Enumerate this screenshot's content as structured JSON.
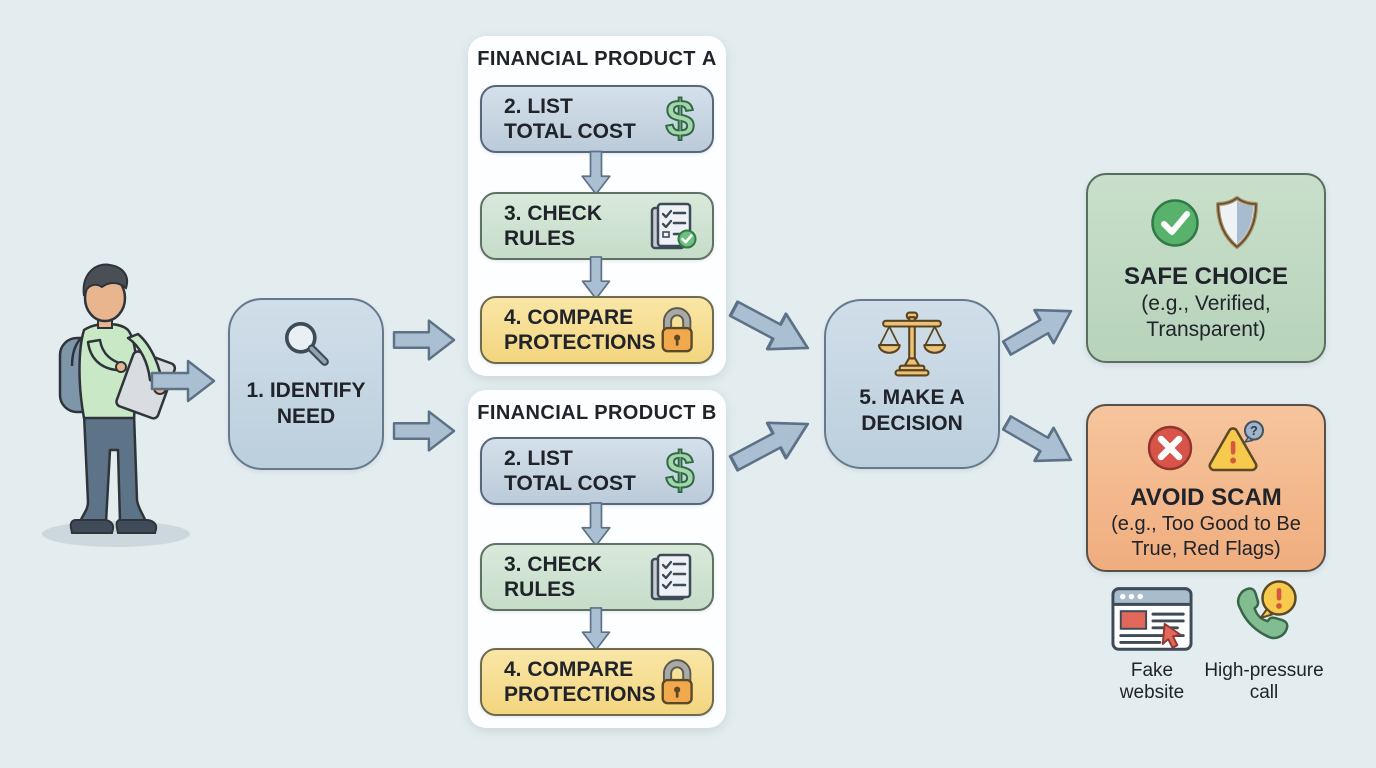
{
  "colors": {
    "background": "#e3edf0",
    "panel_bg": "#fdfeff",
    "node_fill": "#c3d4e2",
    "node_border": "#66798c",
    "step_blue": "#c4d3e1",
    "step_green": "#cde2d0",
    "step_yellow": "#f6dc90",
    "safe_fill": "#bfdac2",
    "safe_border": "#5a6e5e",
    "scam_fill": "#f4ba8e",
    "scam_border": "#584f46",
    "arrow_fill": "#aabfd1",
    "arrow_stroke": "#5d7287",
    "text": "#20242a",
    "check_green": "#58b26c",
    "error_red": "#d85348",
    "warning_yellow": "#f7ca4d",
    "lock_orange": "#f2a94d"
  },
  "flow": {
    "identify": {
      "line1": "1. IDENTIFY",
      "line2": "NEED",
      "icon": "magnifier-icon"
    },
    "decision": {
      "line1": "5. MAKE A",
      "line2": "DECISION",
      "icon": "scales-icon"
    }
  },
  "panels": [
    {
      "title_prefix": "FINANCIAL PRODUCT",
      "title_letter": "A",
      "steps": [
        {
          "line1": "2. LIST",
          "line2": "TOTAL COST",
          "icon": "dollar-icon"
        },
        {
          "line1": "3. CHECK",
          "line2": "RULES",
          "icon": "checklist-checked-icon"
        },
        {
          "line1": "4. COMPARE",
          "line2": "PROTECTIONS",
          "icon": "padlock-icon"
        }
      ]
    },
    {
      "title_prefix": "FINANCIAL PRODUCT",
      "title_letter": "B",
      "steps": [
        {
          "line1": "2. LIST",
          "line2": "TOTAL COST",
          "icon": "dollar-icon"
        },
        {
          "line1": "3. CHECK",
          "line2": "RULES",
          "icon": "checklist-icon"
        },
        {
          "line1": "4. COMPARE",
          "line2": "PROTECTIONS",
          "icon": "padlock-icon"
        }
      ]
    }
  ],
  "outcomes": {
    "safe": {
      "title": "SAFE CHOICE",
      "subtitle1": "(e.g., Verified,",
      "subtitle2": "Transparent)",
      "icons": [
        "check-circle-icon",
        "shield-icon"
      ]
    },
    "scam": {
      "title": "AVOID SCAM",
      "subtitle1": "(e.g., Too Good to Be",
      "subtitle2": "True, Red Flags)",
      "icons": [
        "x-circle-icon",
        "warning-triangle-icon"
      ]
    }
  },
  "scam_examples": [
    {
      "line1": "Fake",
      "line2": "website",
      "icon": "fake-website-icon"
    },
    {
      "line1": "High-pressure",
      "line2": "call",
      "icon": "phone-call-icon"
    }
  ]
}
